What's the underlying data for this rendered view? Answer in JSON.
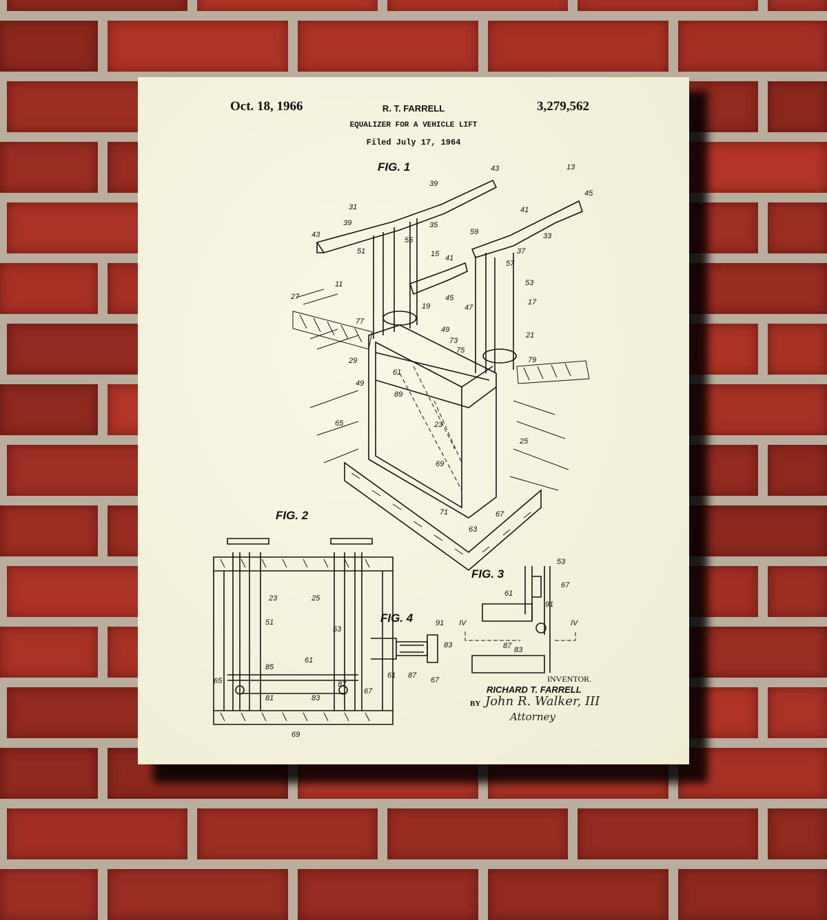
{
  "poster": {
    "date": "Oct. 18, 1966",
    "inventor_header": "R. T. FARRELL",
    "patent_number": "3,279,562",
    "title": "EQUALIZER FOR A VEHICLE LIFT",
    "filed": "Filed July 17, 1964",
    "figures": [
      "FIG. 1",
      "FIG. 2",
      "FIG. 3",
      "FIG. 4"
    ],
    "section_marks": [
      "IV",
      "IV"
    ],
    "inventor_label": "INVENTOR.",
    "inventor_name": "RICHARD T. FARRELL",
    "by_label": "BY",
    "signature": "John R. Walker, III",
    "attorney": "Attorney",
    "fig1_refs": [
      "43",
      "13",
      "39",
      "45",
      "31",
      "41",
      "39",
      "35",
      "59",
      "33",
      "43",
      "55",
      "37",
      "51",
      "57",
      "15",
      "53",
      "41",
      "11",
      "45",
      "17",
      "27",
      "19",
      "47",
      "21",
      "77",
      "49",
      "73",
      "75",
      "79",
      "29",
      "61",
      "49",
      "89",
      "65",
      "23",
      "25",
      "69",
      "71",
      "67",
      "63"
    ],
    "fig2_refs": [
      "23",
      "25",
      "51",
      "53",
      "61",
      "85",
      "87",
      "65",
      "81",
      "83",
      "67",
      "69"
    ],
    "fig3_refs": [
      "53",
      "67",
      "61",
      "91",
      "87",
      "83"
    ],
    "fig4_refs": [
      "91",
      "83",
      "61",
      "87",
      "67"
    ]
  }
}
